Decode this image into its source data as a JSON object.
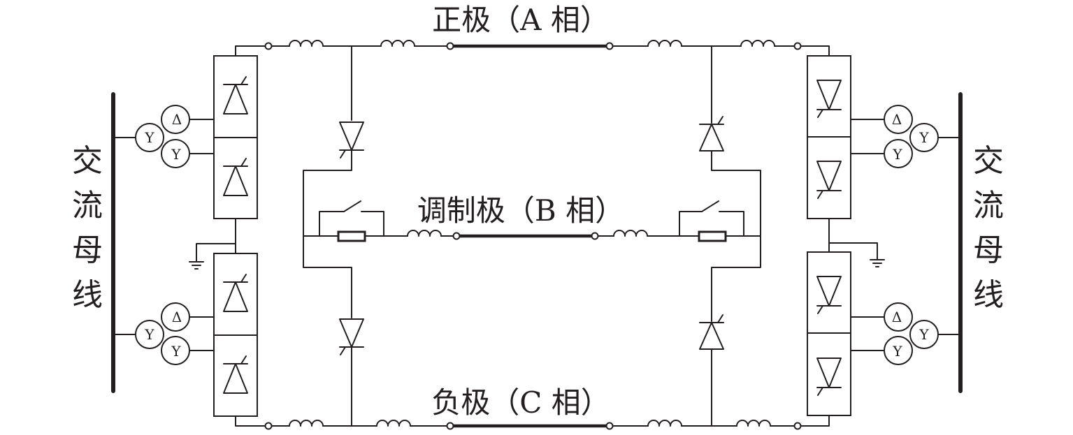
{
  "diagram": {
    "labels": {
      "positive_pole": "正极（A 相）",
      "modulation_pole": "调制极（B 相）",
      "negative_pole": "负极（C 相）",
      "ac_bus": "交流母线"
    },
    "icons": {
      "transformer_primary": "Y",
      "transformer_secondary_1": "Δ",
      "transformer_secondary_2": "Y"
    },
    "colors": {
      "stroke": "#231f20",
      "background": "#ffffff"
    }
  }
}
